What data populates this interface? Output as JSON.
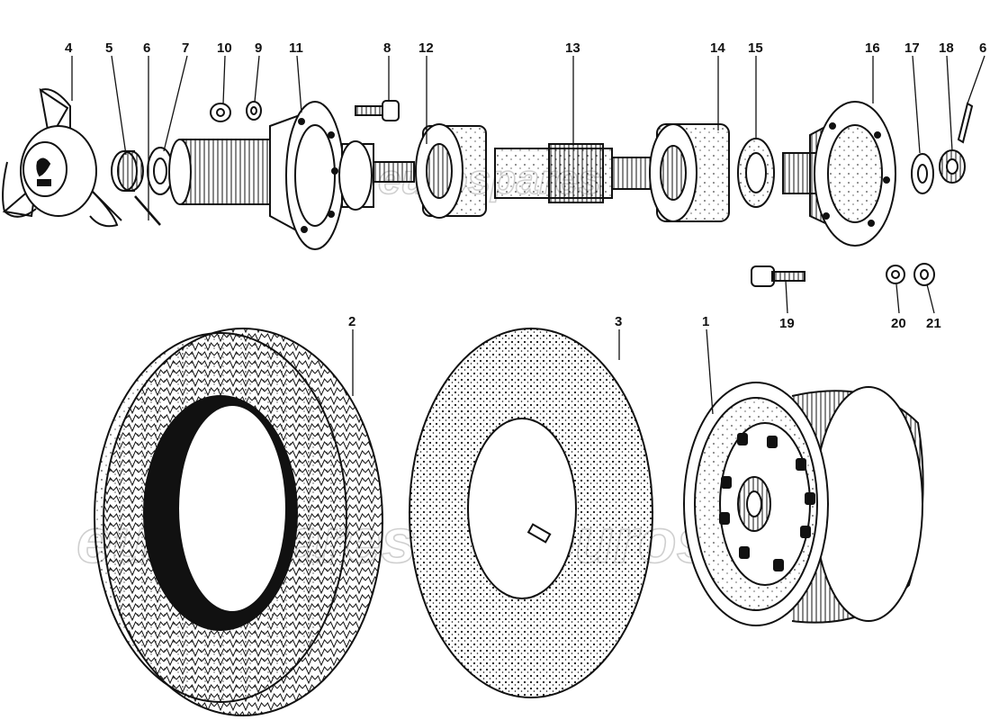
{
  "diagram": {
    "callouts": [
      "1",
      "2",
      "3",
      "4",
      "5",
      "6",
      "7",
      "8",
      "9",
      "10",
      "11",
      "12",
      "13",
      "14",
      "15",
      "16",
      "17",
      "18",
      "19",
      "20",
      "21"
    ],
    "callout_6b": "6",
    "watermark": "eurospares",
    "ink_color": "#111111"
  }
}
